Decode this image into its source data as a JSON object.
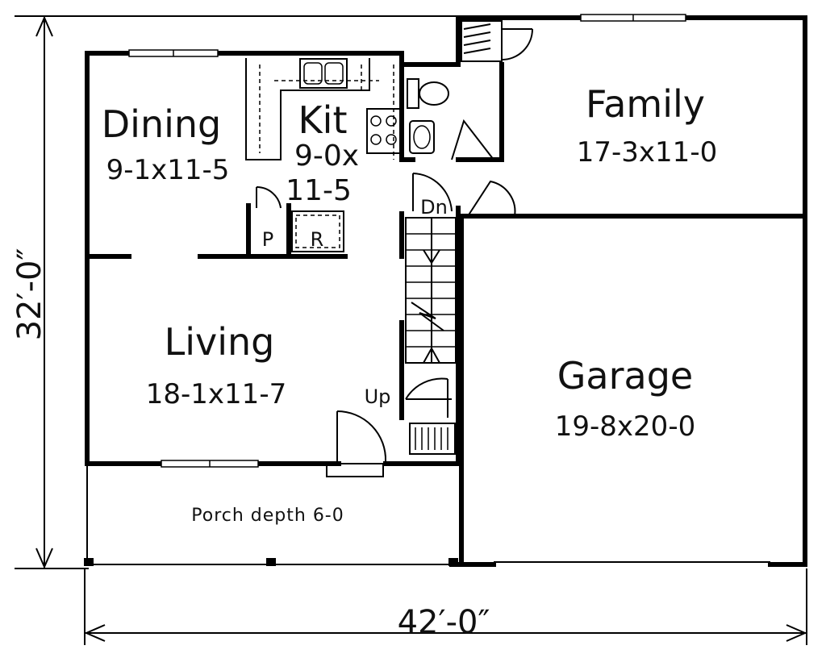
{
  "rooms": {
    "dining": {
      "name": "Dining",
      "dims": "9-1x11-5"
    },
    "kitchen": {
      "name": "Kit",
      "dims_line1": "9-0x",
      "dims_line2": "11-5"
    },
    "family": {
      "name": "Family",
      "dims": "17-3x11-0"
    },
    "living": {
      "name": "Living",
      "dims": "18-1x11-7"
    },
    "garage": {
      "name": "Garage",
      "dims": "19-8x20-0"
    },
    "porch": {
      "label": "Porch depth 6-0"
    }
  },
  "labels": {
    "pantry": "P",
    "refrigerator": "R",
    "stairs_down": "Dn",
    "stairs_up": "Up"
  },
  "dimensions": {
    "overall_depth": "32′-0″",
    "overall_width": "42′-0″"
  }
}
